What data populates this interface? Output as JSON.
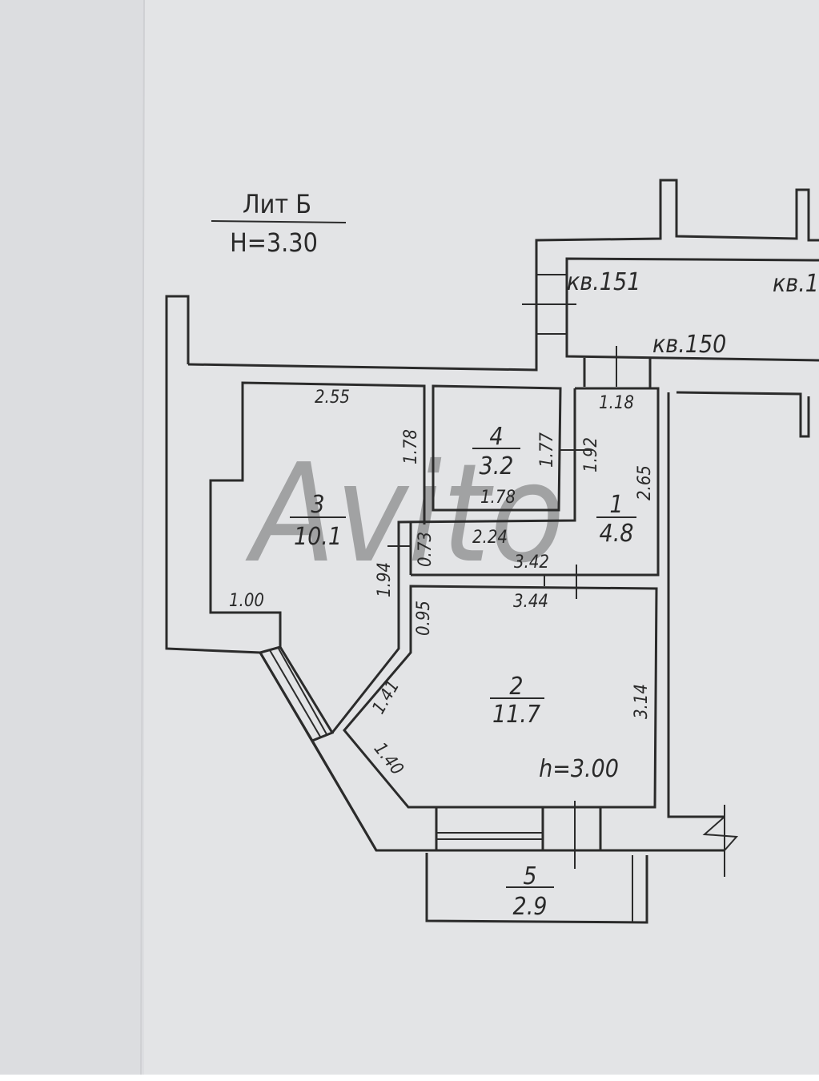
{
  "header": {
    "lit": "Лит Б",
    "height": "H=3.30"
  },
  "neighbors": {
    "apt151": "кв.151",
    "apt150": "кв.150",
    "apt_right": "кв.1"
  },
  "rooms": [
    {
      "number": "1",
      "area": "4.8"
    },
    {
      "number": "2",
      "area": "11.7"
    },
    {
      "number": "3",
      "area": "10.1"
    },
    {
      "number": "4",
      "area": "3.2"
    },
    {
      "number": "5",
      "area": "2.9"
    }
  ],
  "ceiling_height": "h=3.00",
  "dimensions": {
    "r3_top": "2.55",
    "r3_right": "1.78",
    "r3_left_step": "1.00",
    "r3_lower": "1.94",
    "r4_top_side": "1.77",
    "r4_bottom": "1.78",
    "r1_top": "1.18",
    "r1_side": "1.92",
    "r1_right": "2.65",
    "corridor_len": "2.24",
    "corridor_width": "0.73",
    "r1_bottom": "3.42",
    "r2_top": "3.44",
    "r2_left": "0.95",
    "r2_diag_upper": "1.41",
    "r2_diag_lower": "1.40",
    "r2_right": "3.14"
  },
  "watermark": "Avito"
}
